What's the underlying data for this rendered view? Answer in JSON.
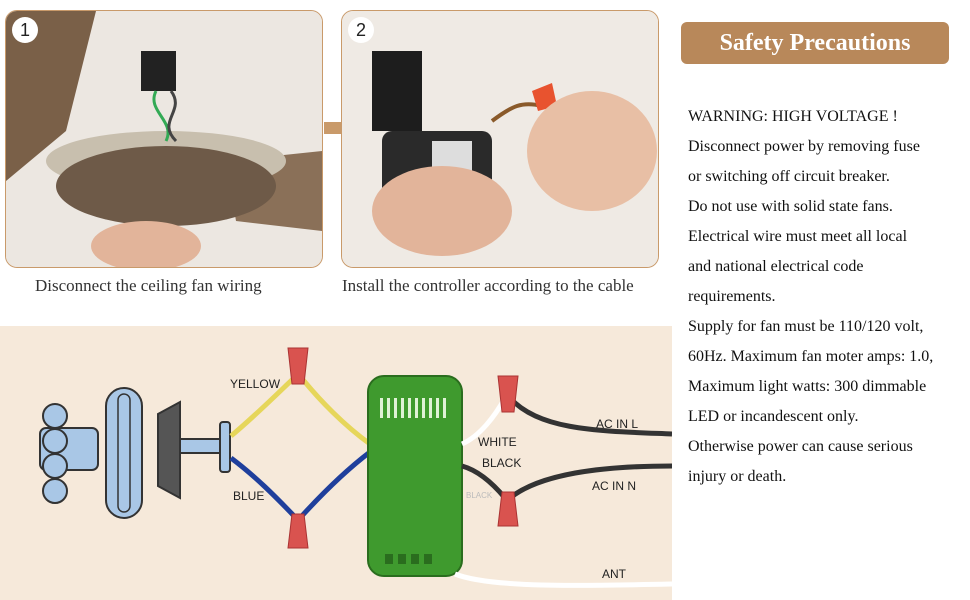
{
  "steps": [
    {
      "number": "1",
      "caption": "Disconnect the ceiling fan wiring"
    },
    {
      "number": "2",
      "caption": "Install the controller according to the cable"
    }
  ],
  "safety": {
    "title": "Safety Precautions",
    "lines": [
      "WARNING: HIGH VOLTAGE !",
      "Disconnect power by removing fuse",
      "or switching off circuit breaker.",
      "Do not use with solid state fans.",
      "Electrical wire must meet all local",
      "and national electrical code",
      "requirements.",
      "Supply for fan must be 110/120 volt,",
      "60Hz. Maximum fan moter amps: 1.0,",
      "Maximum light watts: 300 dimmable",
      "LED or incandescent only.",
      "Otherwise power can cause serious",
      "injury or death."
    ]
  },
  "diagram": {
    "labels": {
      "yellow": "YELLOW",
      "blue": "BLUE",
      "white": "WHITE",
      "black": "BLACK",
      "black_small": "BLACK",
      "ac_in_l": "AC IN L",
      "ac_in_n": "AC IN N",
      "ant": "ANT"
    },
    "colors": {
      "yellow_wire": "#e6d65a",
      "blue_wire": "#1f3f9c",
      "black_wire": "#333333",
      "white_wire": "#ffffff",
      "controller": "#3f9a2e",
      "wire_nut": "#d9534f",
      "fan": "#a9c7e6"
    }
  }
}
